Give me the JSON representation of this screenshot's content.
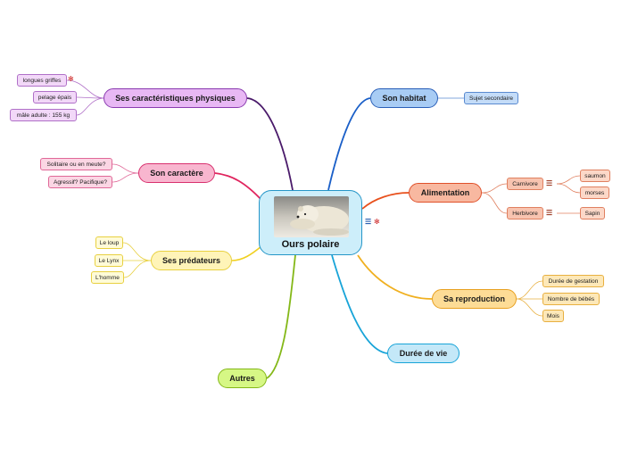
{
  "central": {
    "title": "Ours polaire",
    "image": "polar-bear-photo"
  },
  "branches": {
    "caracteristiques": {
      "label": "Ses caractéristiques physiques",
      "color": "#e8b8f4",
      "items": [
        "longues griffes",
        "pelage épais",
        "mâle adulte : 155 kg"
      ]
    },
    "caractere": {
      "label": "Son caractère",
      "color": "#f8b6cf",
      "items": [
        "Solitaire ou en meute?",
        "Agressif? Pacifique?"
      ]
    },
    "predateurs": {
      "label": "Ses prédateurs",
      "color": "#fff4b8",
      "items": [
        "Le loup",
        "Le Lynx",
        "L'homme"
      ]
    },
    "autres": {
      "label": "Autres",
      "color": "#d6f785"
    },
    "habitat": {
      "label": "Son habitat",
      "color": "#a8ccf4",
      "items": [
        "Sujet secondaire"
      ]
    },
    "alimentation": {
      "label": "Alimentation",
      "color": "#f8b8a0",
      "items": [
        {
          "label": "Carnivore",
          "children": [
            "saumon",
            "morses"
          ]
        },
        {
          "label": "Herbivore",
          "children": [
            "Sapin"
          ]
        }
      ]
    },
    "reproduction": {
      "label": "Sa reproduction",
      "color": "#fddc96",
      "items": [
        "Durée de gestation",
        "Nombre de bébés",
        "Mois"
      ]
    },
    "duree": {
      "label": "Durée de vie",
      "color": "#c4e8f8"
    }
  },
  "icons": {
    "central_notes": "notes-icon",
    "central_leaf": "maple-leaf-icon",
    "griffes_leaf": "maple-leaf-icon",
    "carnivore_notes": "notes-icon",
    "herbivore_notes": "notes-icon"
  }
}
